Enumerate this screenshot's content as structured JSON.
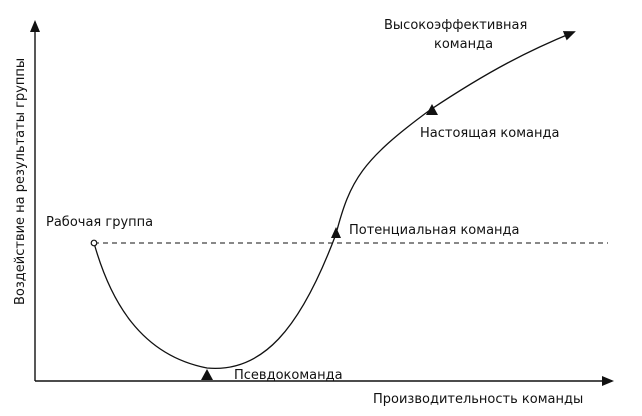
{
  "axes": {
    "y_label": "Воздействие на результаты группы",
    "x_label": "Производительность команды"
  },
  "stages": {
    "working_group": "Рабочая группа",
    "pseudo_team": "Псевдокоманда",
    "potential_team": "Потенциальная команда",
    "real_team": "Настоящая команда",
    "high_perf_line1": "Высокоэффективная",
    "high_perf_line2": "команда"
  },
  "colors": {
    "ink": "#111111",
    "background": "#ffffff"
  }
}
